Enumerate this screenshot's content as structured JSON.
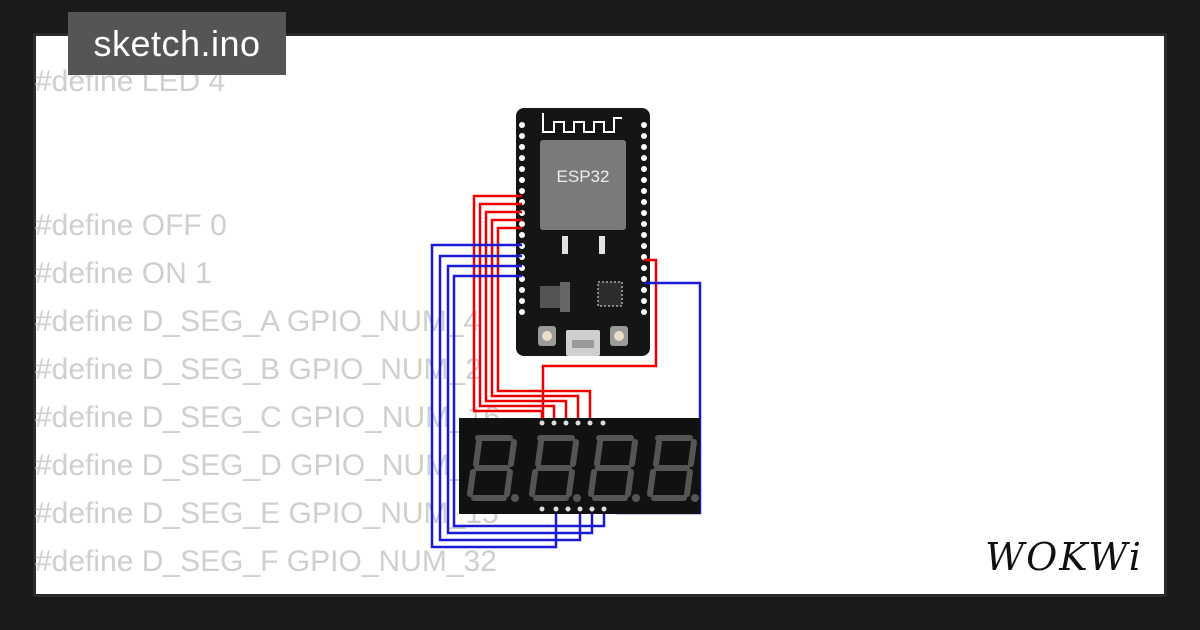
{
  "file_tab": {
    "label": "sketch.ino"
  },
  "code_lines": [
    "#define LED 4",
    "",
    "",
    "#define OFF 0",
    "#define ON 1",
    "#define D_SEG_A GPIO_NUM_4",
    "#define D_SEG_B GPIO_NUM_2",
    "#define D_SEG_C GPIO_NUM_16",
    "#define D_SEG_D GPIO_NUM_13",
    "#define D_SEG_E GPIO_NUM_15",
    "#define D_SEG_F GPIO_NUM_32"
  ],
  "board": {
    "chip_label": "ESP32"
  },
  "brand": {
    "logo_text": "WOKWi"
  },
  "colors": {
    "wire_red": "#ee0000",
    "wire_blue": "#1a1ad6",
    "code_text": "#cfcfcf",
    "tab_bg": "#555555"
  },
  "icons": [
    "esp32-board-icon",
    "seven-segment-display-icon",
    "wokwi-logo-icon"
  ]
}
